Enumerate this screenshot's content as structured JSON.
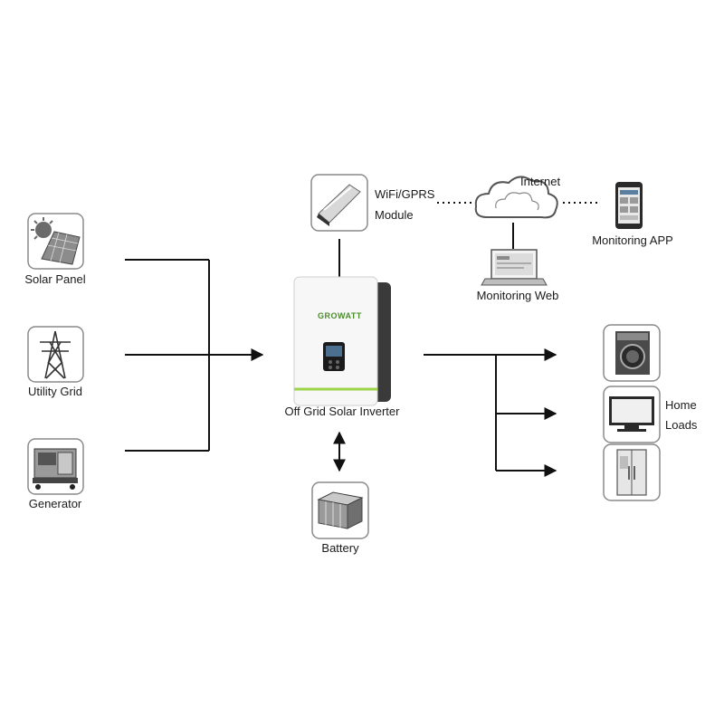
{
  "sources": [
    {
      "id": "solar",
      "label": "Solar Panel",
      "icon": "solar-panel-icon"
    },
    {
      "id": "grid",
      "label": "Utility Grid",
      "icon": "power-tower-icon"
    },
    {
      "id": "generator",
      "label": "Generator",
      "icon": "generator-icon"
    }
  ],
  "inverter": {
    "label": "Off Grid Solar Inverter",
    "brand": "GROWATT",
    "accent": "#9bd34a"
  },
  "wifi_module": {
    "label_line1": "WiFi/GPRS",
    "label_line2": "Module"
  },
  "internet": {
    "label": "Internet"
  },
  "monitoring_web": {
    "label": "Monitoring Web"
  },
  "monitoring_app": {
    "label": "Monitoring APP"
  },
  "battery": {
    "label": "Battery"
  },
  "home_loads": {
    "label_line1": "Home",
    "label_line2": "Loads",
    "items": [
      {
        "id": "washer",
        "icon": "washing-machine-icon"
      },
      {
        "id": "tv",
        "icon": "television-icon"
      },
      {
        "id": "fridge",
        "icon": "refrigerator-icon"
      }
    ]
  }
}
